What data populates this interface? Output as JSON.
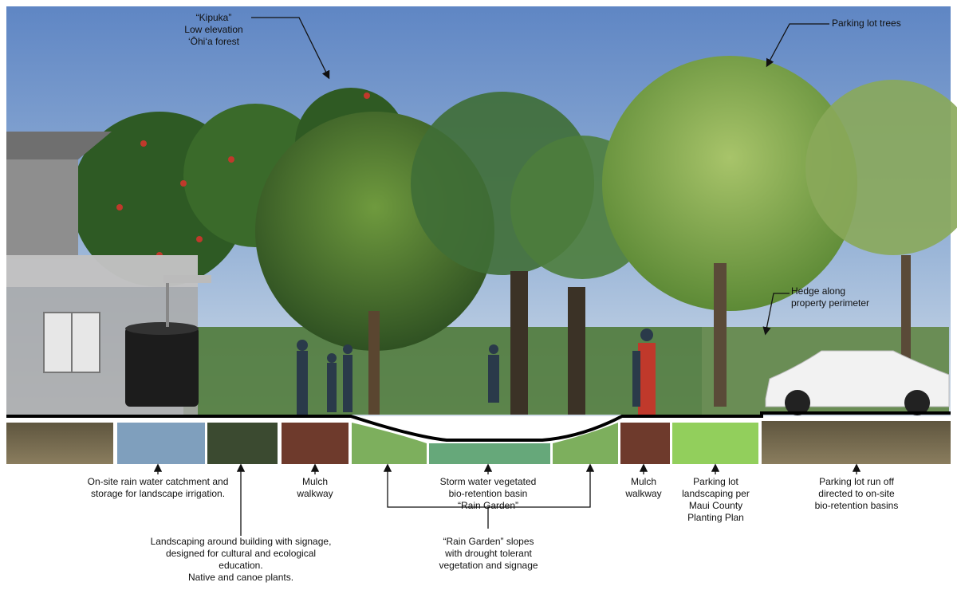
{
  "photo_labels": {
    "kipuka": "“Kipuka”\nLow elevation\n‘Ōhi‘a forest",
    "parking_trees": "Parking lot trees",
    "hedge": "Hedge along\nproperty perimeter"
  },
  "strip_labels": {
    "rain_catchment": "On-site rain water catchment and\nstorage for landscape irrigation.",
    "landscaping_building": "Landscaping around building with signage,\ndesigned for cultural and ecological\neducation.\nNative and canoe plants.",
    "mulch_left": "Mulch\nwalkway",
    "storm_basin": "Storm water vegetated\nbio-retention basin\n“Rain Garden”",
    "rain_slopes": "“Rain Garden” slopes\nwith drought tolerant\nvegetation and signage",
    "mulch_right": "Mulch\nwalkway",
    "parking_landscaping": "Parking lot\nlandscaping per\nMaui County\nPlanting Plan",
    "runoff": "Parking lot run off\ndirected to on-site\nbio-retention basins"
  },
  "colors": {
    "sky_top": "#5f86c4",
    "sky_bottom": "#c9d8ea",
    "ground_brown": "#7a6e52",
    "catchment_blue": "#7f9fbd",
    "building_landscape_green": "#3b4a30",
    "mulch_red": "#6e3a2c",
    "slope_green": "#7daf5d",
    "basin_green": "#66a87a",
    "parking_green": "#92cf5c"
  }
}
